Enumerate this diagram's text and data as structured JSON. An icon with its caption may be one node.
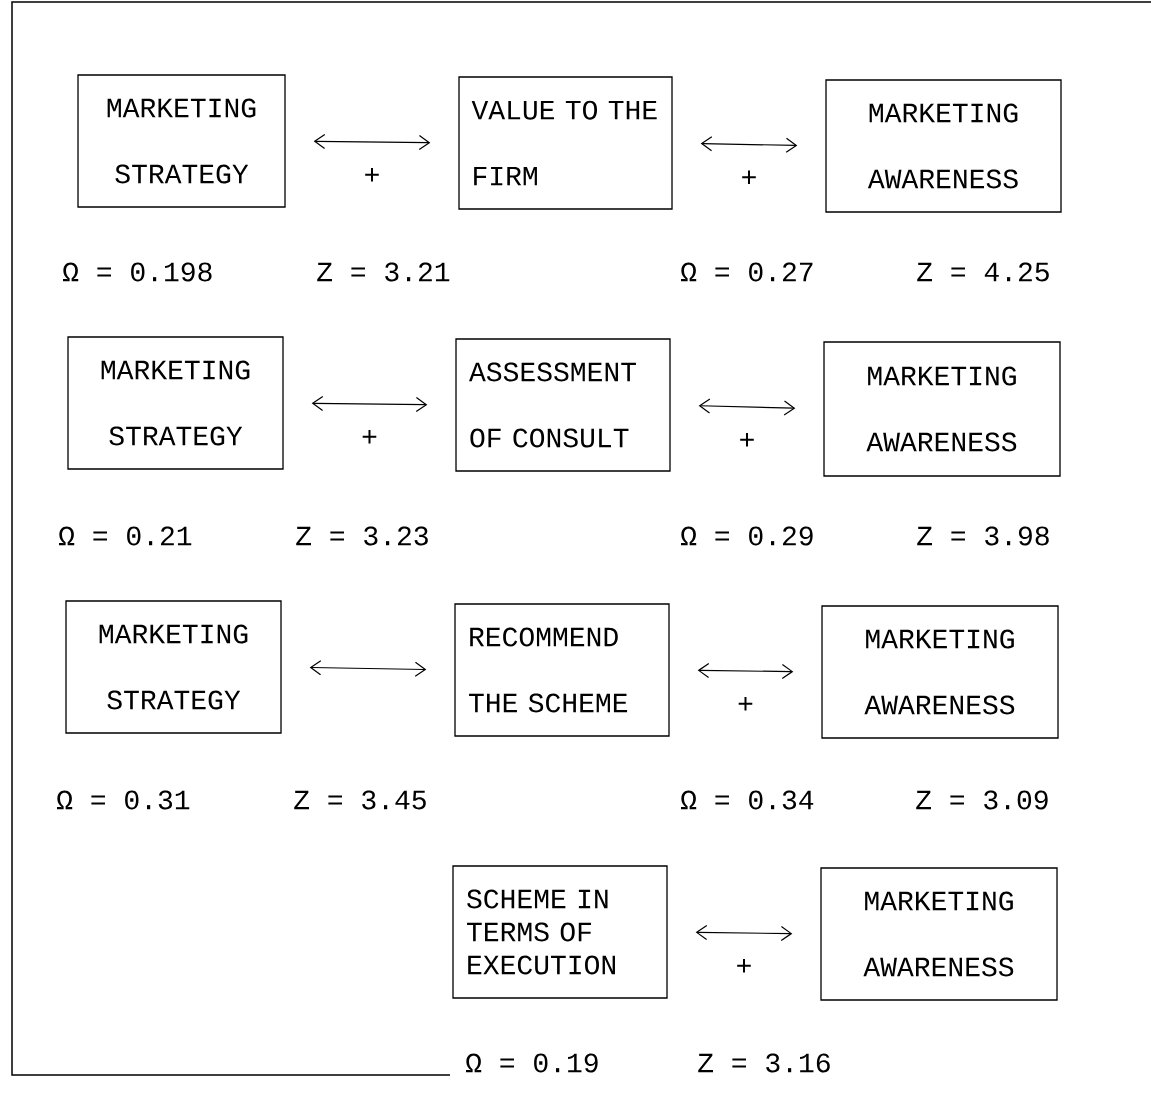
{
  "diagram": {
    "nodes": [
      {
        "text": [
          "MARKETING STRATEGY"
        ]
      },
      {
        "text": [
          "VALUE TO THE FIRM"
        ]
      },
      {
        "text": [
          "MARKETING AWARENESS"
        ]
      },
      {
        "text": [
          "MARKETING STRATEGY"
        ]
      },
      {
        "text": [
          "ASSESSMENT OF CONSULT"
        ]
      },
      {
        "text": [
          "MARKETING AWARENESS"
        ]
      },
      {
        "text": [
          "MARKETING STRATEGY"
        ]
      },
      {
        "text": [
          "RECOMMEND THE SCHEME"
        ]
      },
      {
        "text": [
          "MARKETING AWARENESS"
        ]
      },
      {
        "text": [
          "SCHEME IN TERMS OF EXECUTION"
        ]
      },
      {
        "text": [
          "MARKETING AWARENESS"
        ]
      }
    ],
    "edges": [
      {
        "from": 0,
        "to": 1,
        "arrow": "both",
        "label": "+"
      },
      {
        "from": 1,
        "to": 2,
        "arrow": "both",
        "label": "+"
      },
      {
        "from": 3,
        "to": 4,
        "arrow": "both",
        "label": "+"
      },
      {
        "from": 4,
        "to": 5,
        "arrow": "both",
        "label": "+"
      },
      {
        "from": 6,
        "to": 7,
        "arrow": "both"
      },
      {
        "from": 7,
        "to": 8,
        "arrow": "both",
        "label": "+"
      },
      {
        "from": 9,
        "to": 10,
        "arrow": "both",
        "label": "+"
      }
    ],
    "labels": [
      "Ω = 0.198",
      "Z = 3.21",
      "Ω = 0.27",
      "Z = 4.25",
      "Ω = 0.21",
      "Z = 3.23",
      "Ω = 0.29",
      "Z = 3.98",
      "Ω = 0.31",
      "Z = 3.45",
      "Ω = 0.34",
      "Z = 3.09",
      "Ω = 0.19",
      "Z = 3.16"
    ]
  }
}
